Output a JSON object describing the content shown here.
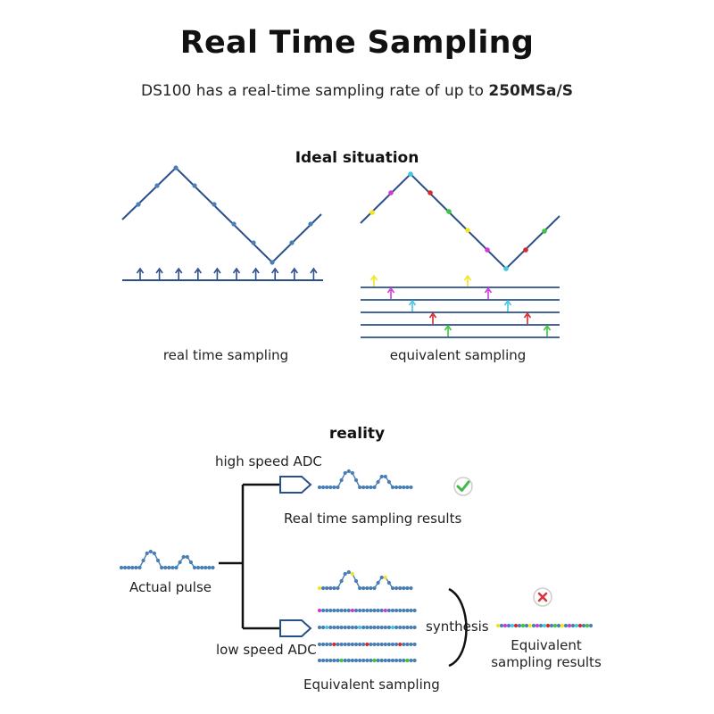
{
  "title": "Real Time Sampling",
  "subtitle": {
    "prefix": "DS100 has a real-time sampling rate of up to ",
    "highlight": "250MSa/S"
  },
  "ideal": {
    "heading": "Ideal situation",
    "real_time_label": "real time sampling",
    "equivalent_label": "equivalent sampling"
  },
  "reality": {
    "heading": "reality",
    "high_speed_adc": "high speed ADC",
    "real_time_results": "Real time sampling results",
    "actual_pulse": "Actual pulse",
    "low_speed_adc": "low speed ADC",
    "equivalent_sampling": "Equivalent sampling",
    "synthesis": "synthesis",
    "equivalent_results_line1": "Equivalent",
    "equivalent_results_line2": "sampling results",
    "check_icon": "check-icon",
    "cross_icon": "cross-icon"
  },
  "colors": {
    "line": "#2b4f8a",
    "dot": "#4a7fb5",
    "yellow": "#f2e51f",
    "magenta": "#d23ad8",
    "cyan": "#41c6e3",
    "red": "#d32a2a",
    "green": "#3cc43c",
    "check": "#3dbb44",
    "cross": "#d8343e"
  }
}
